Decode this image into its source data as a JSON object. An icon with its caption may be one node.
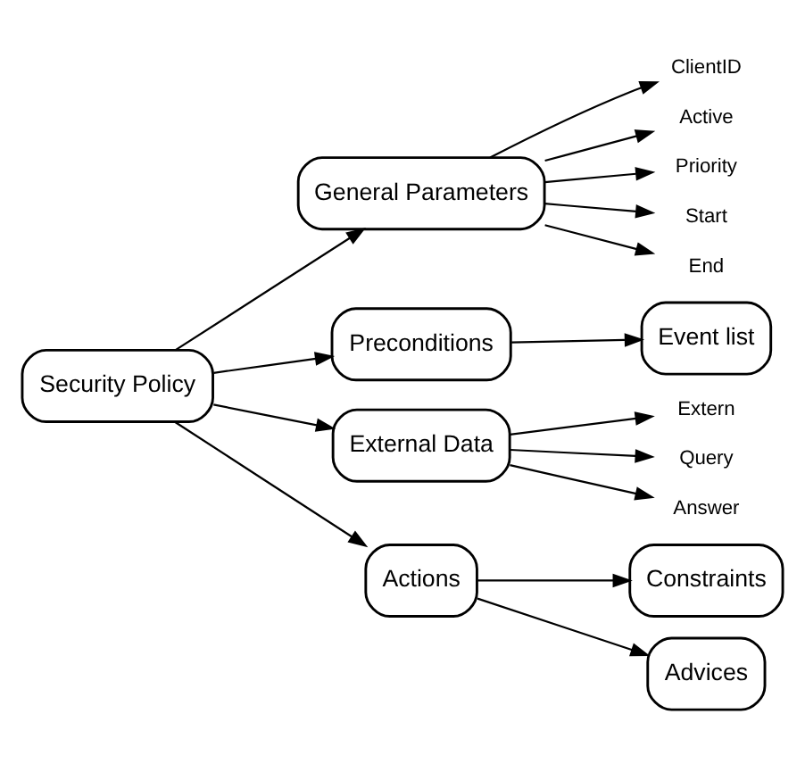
{
  "diagram": {
    "nodes": [
      {
        "text": [
          "Security Policy"
        ]
      },
      {
        "text": [
          "General Parameters"
        ]
      },
      {
        "text": [
          "Preconditions"
        ]
      },
      {
        "text": [
          "External Data"
        ]
      },
      {
        "text": [
          "Actions"
        ]
      },
      {
        "text": [
          "ClientID"
        ]
      },
      {
        "text": [
          "Active"
        ]
      },
      {
        "text": [
          "Priority"
        ]
      },
      {
        "text": [
          "Start"
        ]
      },
      {
        "text": [
          "End"
        ]
      },
      {
        "text": [
          "Event list"
        ]
      },
      {
        "text": [
          "Extern"
        ]
      },
      {
        "text": [
          "Query"
        ]
      },
      {
        "text": [
          "Answer"
        ]
      },
      {
        "text": [
          "Constraints"
        ]
      },
      {
        "text": [
          "Advices"
        ]
      }
    ],
    "edges": [
      {
        "from": 0,
        "to": 1,
        "arrow": "to"
      },
      {
        "from": 0,
        "to": 2,
        "arrow": "to"
      },
      {
        "from": 0,
        "to": 3,
        "arrow": "to"
      },
      {
        "from": 0,
        "to": 4,
        "arrow": "to"
      },
      {
        "from": 1,
        "to": 5,
        "arrow": "to"
      },
      {
        "from": 1,
        "to": 6,
        "arrow": "to"
      },
      {
        "from": 1,
        "to": 7,
        "arrow": "to"
      },
      {
        "from": 1,
        "to": 8,
        "arrow": "to"
      },
      {
        "from": 1,
        "to": 9,
        "arrow": "to"
      },
      {
        "from": 2,
        "to": 10,
        "arrow": "to"
      },
      {
        "from": 3,
        "to": 11,
        "arrow": "to"
      },
      {
        "from": 3,
        "to": 12,
        "arrow": "to"
      },
      {
        "from": 3,
        "to": 13,
        "arrow": "to"
      },
      {
        "from": 4,
        "to": 14,
        "arrow": "to"
      },
      {
        "from": 4,
        "to": 15,
        "arrow": "to"
      }
    ]
  }
}
